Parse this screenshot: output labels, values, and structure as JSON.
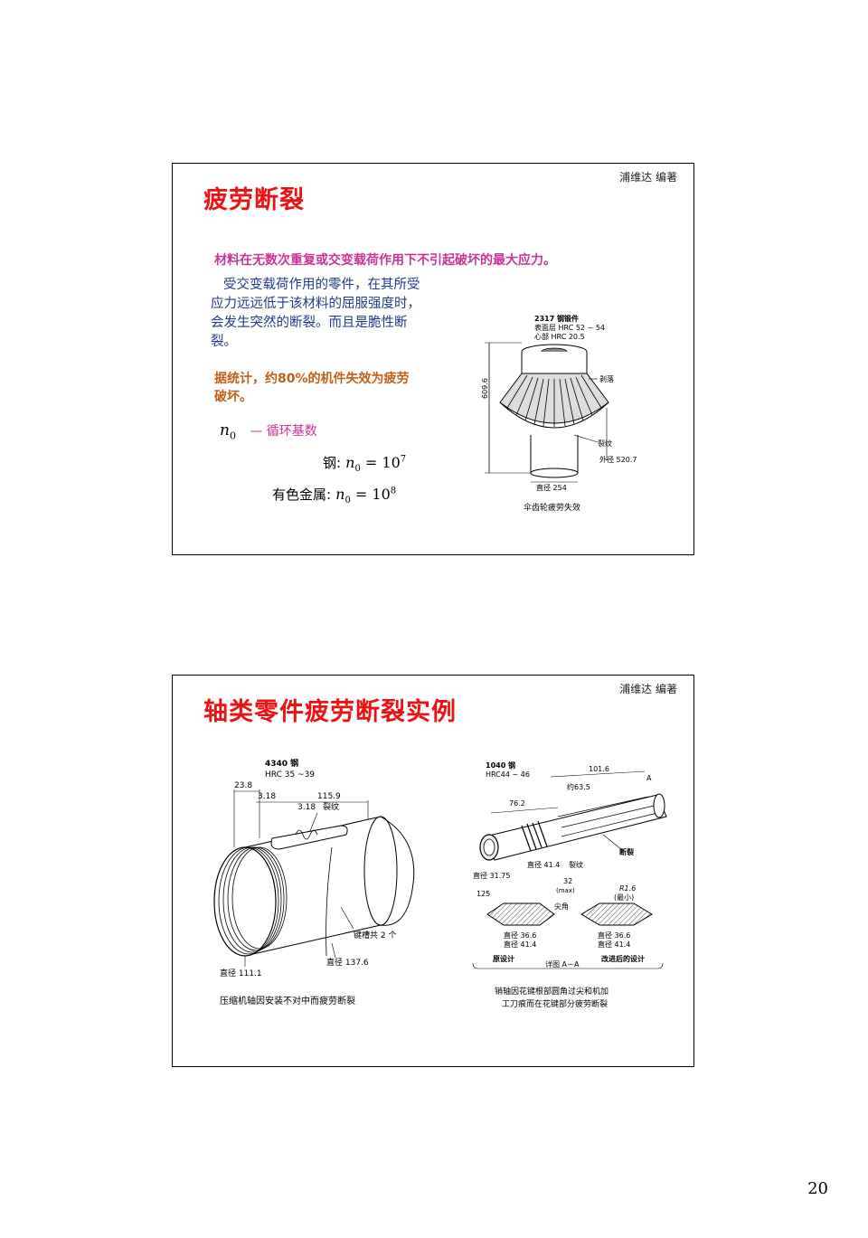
{
  "page_number": "20",
  "slide1": {
    "author": "浦维达 编著",
    "title": "疲劳断裂",
    "definition": "材料在无数次重复或交变载荷作用下不引起破坏的最大应力。",
    "paragraph": "受交变载荷作用的零件，在其所受应力远远低于该材料的屈服强度时，会发生突然的断裂。而且是脆性断裂。",
    "statistic": "据统计，约80%的机件失效为疲劳破坏。",
    "n0_symbol": "n",
    "n0_sub": "0",
    "n0_desc": "— 循环基数",
    "steel_label": "钢:",
    "steel_value": "10",
    "steel_exp": "7",
    "nonferrous_label": "有色金属:",
    "nonferrous_value": "10",
    "nonferrous_exp": "8",
    "figure": {
      "spec1": "2317 钢锻件",
      "spec2": "表面层 HRC 52 ~ 54",
      "spec3": "心部  HRC 20.5",
      "dim_height": "609.6",
      "label_spall": "剥落",
      "label_crack": "裂纹",
      "label_outer": "外径 520.7",
      "label_dia": "直径 254",
      "caption": "伞齿轮疲劳失效"
    }
  },
  "slide2": {
    "author": "浦维达 编著",
    "title": "轴类零件疲劳断裂实例",
    "left_figure": {
      "material": "4340 钢",
      "hardness": "HRC 35 ~39",
      "dim_238": "23.8",
      "dim_318a": "3.18",
      "dim_1159": "115.9",
      "dim_318b": "3.18",
      "label_crack": "裂纹",
      "label_keyway": "键槽共 2 个",
      "label_dia1376": "直径 137.6",
      "label_dia1111": "直径 111.1",
      "caption": "压缩机轴因安装不对中而疲劳断裂"
    },
    "right_figure": {
      "material": "1040 钢",
      "hardness": "HRC44 ~ 46",
      "dim_1016": "101.6",
      "dim_635": "约63.5",
      "dim_762": "76.2",
      "label_A1": "A",
      "label_A2": "A",
      "label_fracture": "断裂",
      "label_dia414": "直径 41.4",
      "label_crack": "裂纹",
      "label_dia3175": "直径 31.75",
      "dim_125": "125",
      "dim_32": "32",
      "dim_max": "(max)",
      "dim_r16": "R1.6",
      "dim_min": "(最小)",
      "label_sharp": "尖角",
      "left_dia366": "直径 36.6",
      "left_dia414": "直径 41.4",
      "right_dia366": "直径 36.6",
      "right_dia414": "直径 41.4",
      "label_orig": "原设计",
      "label_detail": "详图 A－A",
      "label_improved": "改进后的设计",
      "caption1": "销轴因花键根部圆角过尖和机加",
      "caption2": "工刀痕而在花键部分疲劳断裂"
    }
  }
}
